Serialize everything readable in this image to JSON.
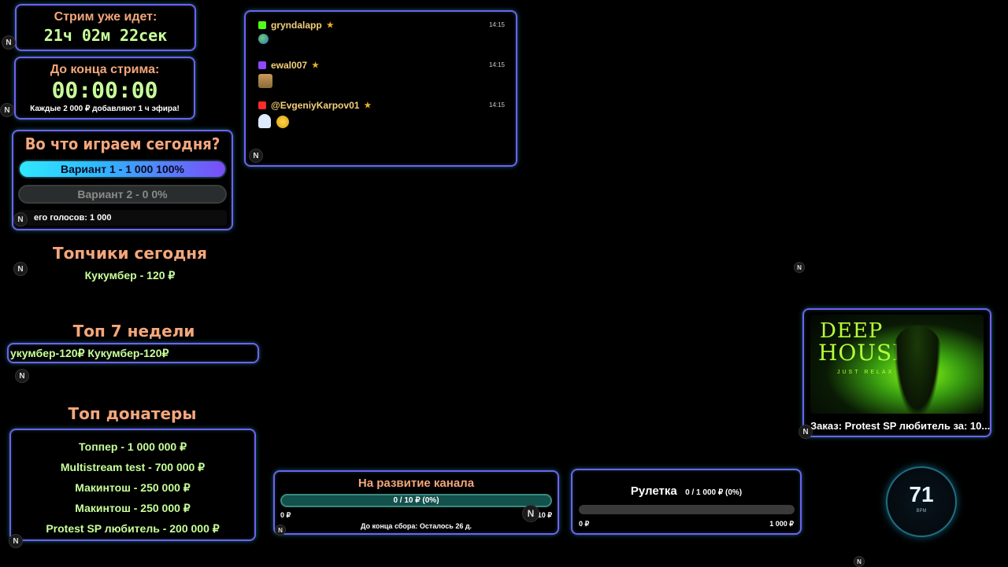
{
  "stream_timer": {
    "label": "Стрим уже идет:",
    "value": "21ч 02м 22сек"
  },
  "end_timer": {
    "label": "До конца стрима:",
    "value": "00:00:00",
    "note": "Каждые 2 000 ₽ добавляют 1 ч эфира!"
  },
  "poll": {
    "title": "Во что играем сегодня?",
    "options": [
      {
        "label": "Вариант 1 - 1 000  100%",
        "share": 1.0
      },
      {
        "label": "Вариант 2 - 0  0%",
        "share": 0.0
      }
    ],
    "total": "его голосов: 1 000"
  },
  "top_today": {
    "title": "Топчики сегодня",
    "items": [
      "Кукумбер - 120 ₽"
    ]
  },
  "top_week": {
    "title": "Топ 7 недели",
    "ticker": "укумбер-120₽  Кукумбер-120₽"
  },
  "top_donors": {
    "title": "Топ донатеры",
    "items": [
      "Топпер - 1 000 000 ₽",
      "Multistream test - 700 000 ₽",
      "Макинтош - 250 000 ₽",
      "Макинтош - 250 000 ₽",
      "Protest SP любитель - 200 000 ₽"
    ]
  },
  "chat": [
    {
      "name": "gryndalapp",
      "time": "14:15",
      "platform": "kick",
      "platform_color": "#53fc18"
    },
    {
      "name": "ewal007",
      "time": "14:15",
      "platform": "twitch",
      "platform_color": "#9146ff"
    },
    {
      "name": "@EvgeniyKarpov01",
      "time": "14:15",
      "platform": "youtube",
      "platform_color": "#ff2a2a"
    }
  ],
  "goal": {
    "title": "На развитие канала",
    "progress_label": "0 / 10 ₽ (0%)",
    "progress": 0.0,
    "min": "0 ₽",
    "max": "10 ₽",
    "remaining": "До конца сбора: Осталось 26 д."
  },
  "roulette": {
    "title": "Рулетка",
    "progress_label": "0 / 1 000 ₽ (0%)",
    "progress": 0.0,
    "min": "0 ₽",
    "max": "1 000 ₽"
  },
  "music": {
    "cover_line1": "DEEP",
    "cover_line2": "HOUSE",
    "cover_sub": "JUST RELAX",
    "order": "Заказ: Protest SP любитель за: 10..."
  },
  "heart": {
    "value": "71",
    "unit": "BPM"
  },
  "badge_glyph": "N"
}
